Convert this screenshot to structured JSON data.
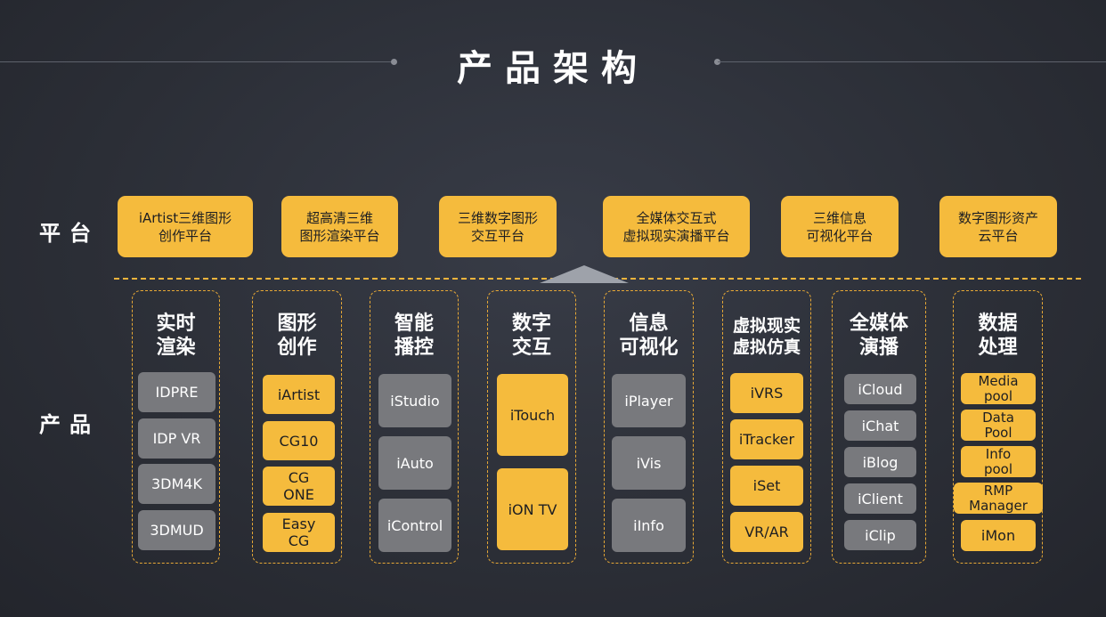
{
  "title": "产品架构",
  "row_labels": {
    "platform": "平台",
    "product": "产品"
  },
  "platforms": [
    "iArtist三维图形\n创作平台",
    "超高清三维\n图形渲染平台",
    "三维数字图形\n交互平台",
    "全媒体交互式\n虚拟现实演播平台",
    "三维信息\n可视化平台",
    "数字图形资产\n云平台"
  ],
  "columns": [
    {
      "title": "实时\n渲染",
      "items": [
        "IDPRE",
        "IDP VR",
        "3DM4K",
        "3DMUD"
      ]
    },
    {
      "title": "图形\n创作",
      "items": [
        "iArtist",
        "CG10",
        "CG\nONE",
        "Easy\nCG"
      ]
    },
    {
      "title": "智能\n播控",
      "items": [
        "iStudio",
        "iAuto",
        "iControl"
      ]
    },
    {
      "title": "数字\n交互",
      "items": [
        "iTouch",
        "iON TV"
      ]
    },
    {
      "title": "信息\n可视化",
      "items": [
        "iPlayer",
        "iVis",
        "iInfo"
      ]
    },
    {
      "title": "虚拟现实\n虚拟仿真",
      "items": [
        "iVRS",
        "iTracker",
        "iSet",
        "VR/AR"
      ]
    },
    {
      "title": "全媒体\n演播",
      "items": [
        "iCloud",
        "iChat",
        "iBlog",
        "iClient",
        "iClip"
      ]
    },
    {
      "title": "数据\n处理",
      "items": [
        "Media\npool",
        "Data\nPool",
        "Info\npool",
        "RMP\nManager",
        "iMon"
      ]
    }
  ],
  "colors": {
    "accent": "#f5bb3d",
    "gray_item": "#78797d",
    "background": "#2b2e36"
  }
}
